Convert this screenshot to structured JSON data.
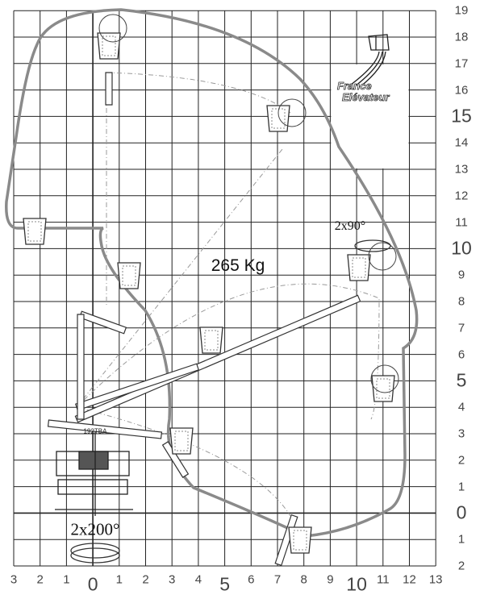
{
  "logo": {
    "line1": "France",
    "line2": "Elévateur"
  },
  "load_label": "265 Kg",
  "basket_rotation": "2x90°",
  "turret_rotation": "2x200°",
  "height_axis": [
    "19",
    "18",
    "17",
    "16",
    "15",
    "14",
    "13",
    "12",
    "11",
    "10",
    "9",
    "8",
    "7",
    "6",
    "5",
    "4",
    "3",
    "2",
    "1",
    "0",
    "1",
    "2"
  ],
  "reach_axis": [
    "3",
    "2",
    "1",
    "0",
    "1",
    "2",
    "3",
    "4",
    "5",
    "6",
    "7",
    "8",
    "9",
    "10",
    "11",
    "12",
    "13"
  ],
  "machine_model": "192TBA",
  "colors": {
    "grid": "#222222",
    "envelope": "#8a8a8a",
    "text": "#444444"
  }
}
